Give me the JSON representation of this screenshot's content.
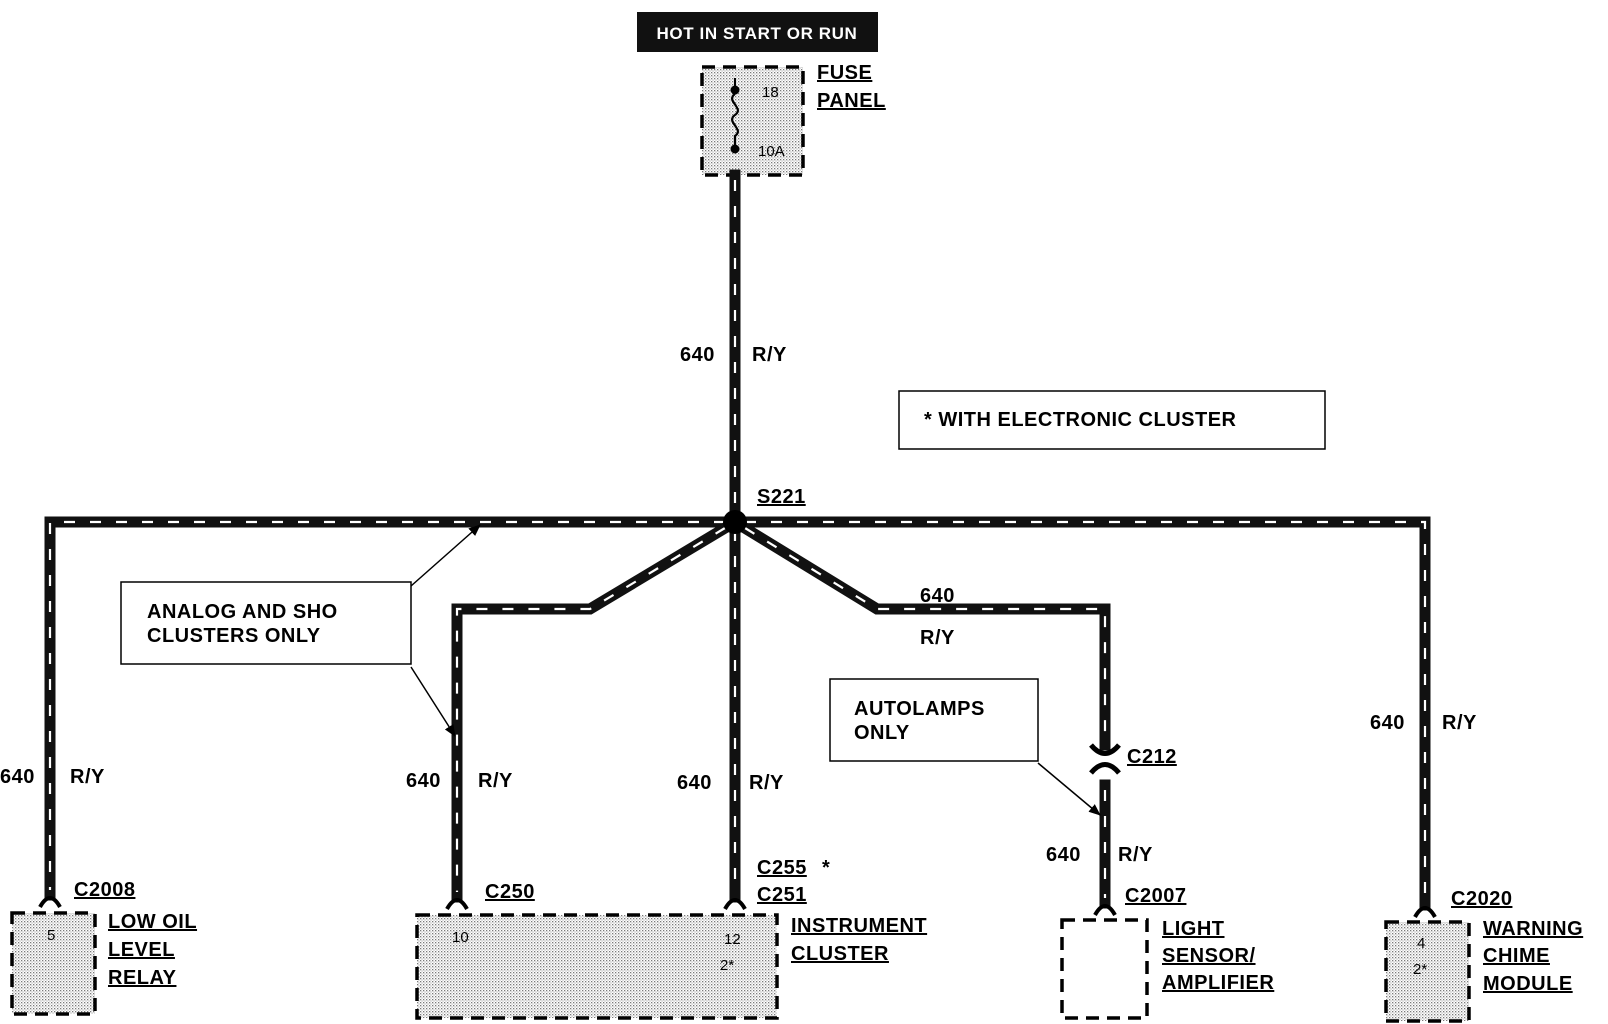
{
  "title": "HOT IN START OR RUN",
  "fuse_panel": {
    "label_line1": "FUSE",
    "label_line2": "PANEL",
    "fuse_number": "18",
    "fuse_rating": "10A"
  },
  "splice": "S221",
  "main_feed": {
    "circuit": "640",
    "color": "R/Y"
  },
  "notes": {
    "electronic": "* WITH ELECTRONIC CLUSTER",
    "analog_line1": "ANALOG AND SHO",
    "analog_line2": "CLUSTERS ONLY",
    "autolamps_line1": "AUTOLAMPS",
    "autolamps_line2": "ONLY"
  },
  "branches": {
    "low_oil": {
      "circuit": "640",
      "color": "R/Y",
      "connector": "C2008",
      "pin": "5"
    },
    "cluster_left": {
      "circuit": "640",
      "color": "R/Y",
      "connector": "C250",
      "pin": "10"
    },
    "cluster_center": {
      "circuit": "640",
      "color": "R/Y",
      "connector_a": "C255",
      "connector_a_mark": "*",
      "connector_b": "C251",
      "pin_a": "12",
      "pin_b": "2*"
    },
    "light_sensor": {
      "circuit_upper": "640",
      "color_upper": "R/Y",
      "inline_connector": "C212",
      "circuit": "640",
      "color": "R/Y",
      "connector": "C2007"
    },
    "chime": {
      "circuit": "640",
      "color": "R/Y",
      "connector": "C2020",
      "pin_a": "4",
      "pin_b": "2*"
    }
  },
  "components": {
    "low_oil": [
      "LOW OIL",
      "LEVEL",
      "RELAY"
    ],
    "instrument_cluster": [
      "INSTRUMENT",
      "CLUSTER"
    ],
    "light_sensor": [
      "LIGHT",
      "SENSOR/",
      "AMPLIFIER"
    ],
    "chime": [
      "WARNING",
      "CHIME",
      "MODULE"
    ]
  }
}
